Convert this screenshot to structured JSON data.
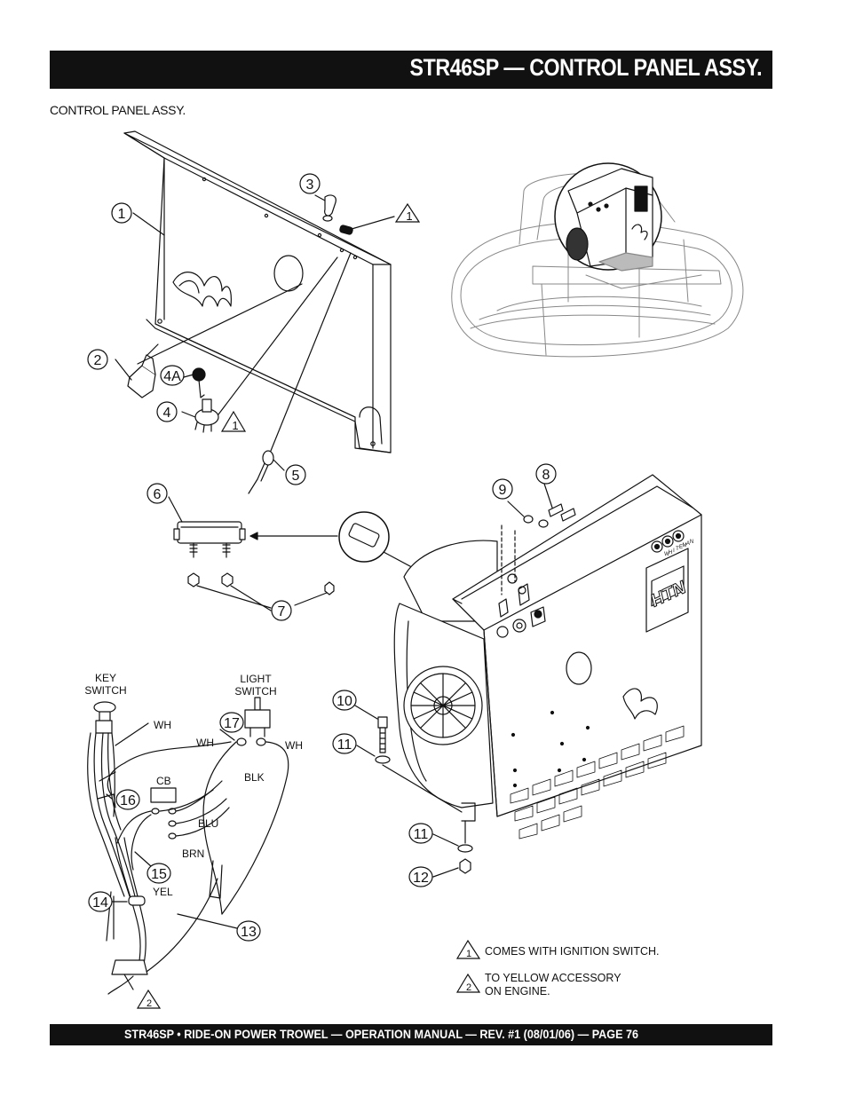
{
  "header": {
    "title": "STR46SP — CONTROL PANEL ASSY."
  },
  "subtitle": "CONTROL PANEL ASSY.",
  "footer": {
    "text": "STR46SP  • RIDE-ON POWER TROWEL —  OPERATION MANUAL — REV. #1 (08/01/06) — PAGE 76"
  },
  "callouts": {
    "c1": "1",
    "c2": "2",
    "c3": "3",
    "c4": "4",
    "c4a": "4A",
    "c5": "5",
    "c6": "6",
    "c7": "7",
    "c8": "8",
    "c9": "9",
    "c10": "10",
    "c11a": "11",
    "c11b": "11",
    "c12": "12",
    "c13": "13",
    "c14": "14",
    "c15": "15",
    "c16": "16",
    "c17": "17"
  },
  "flags": {
    "f1a": "1",
    "f1b": "1",
    "f1c": "1",
    "f2a": "2",
    "f2b": "2"
  },
  "wiring": {
    "key_switch": [
      "KEY",
      "SWITCH"
    ],
    "light_switch": [
      "LIGHT",
      "SWITCH"
    ],
    "wh1": "WH",
    "wh2": "WH",
    "wh3": "WH",
    "cb": "CB",
    "blk": "BLK",
    "blu": "BLU",
    "brn": "BRN",
    "yel": "YEL"
  },
  "notes": {
    "note1": "COMES WITH IGNITION SWITCH.",
    "note2_line1": "TO YELLOW ACCESSORY",
    "note2_line2": "ON ENGINE."
  },
  "panel_logo": [
    "W",
    "H",
    "I",
    "T",
    "E",
    "M",
    "A",
    "N"
  ],
  "panel_mark": "HTN"
}
